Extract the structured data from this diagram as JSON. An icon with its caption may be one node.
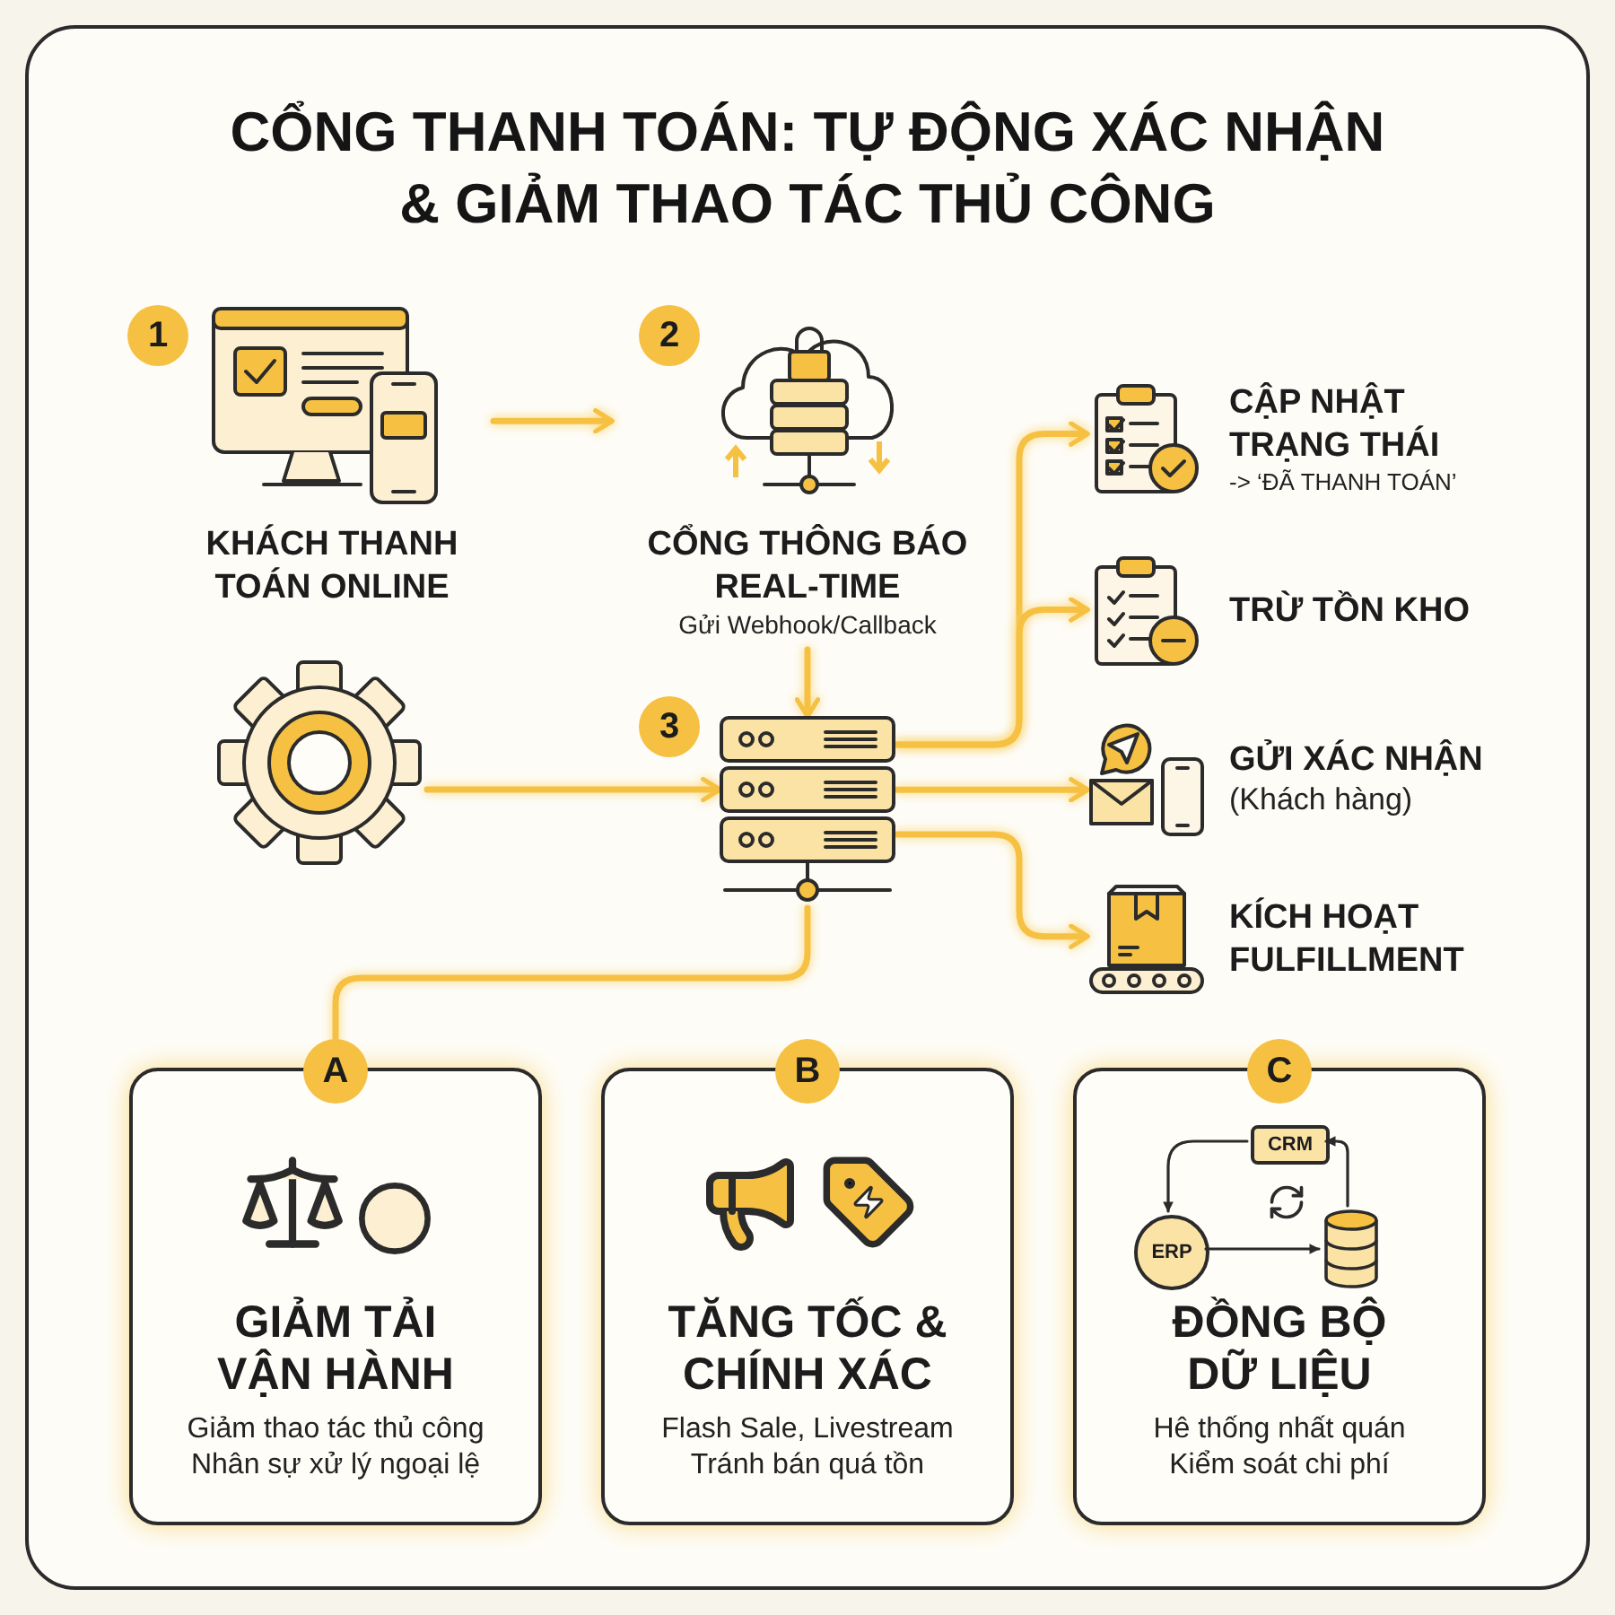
{
  "diagram": {
    "title": "CỔNG THANH TOÁN: TỰ ĐỘNG XÁC NHẬN & GIẢM THAO TÁC THỦ CÔNG",
    "nodes": [
      {
        "text": [
          "KHÁCH THANH TOÁN ONLINE"
        ]
      },
      {
        "text": [
          "CỔNG THÔNG BÁO REAL-TIME",
          "Gửi Webhook/Callback"
        ]
      },
      {
        "text": [],
        "shape": "picture"
      },
      {
        "text": [],
        "shape": "picture"
      },
      {
        "text": [
          "CẬP NHẬT TRẠNG THÁI",
          "-> ‘ĐÃ THANH TOÁN’"
        ]
      },
      {
        "text": [
          "TRỪ TỒN KHO"
        ]
      },
      {
        "text": [
          "GỬI XÁC NHẬN",
          "(Khách hàng)"
        ]
      },
      {
        "text": [
          "KÍCH HOẠT FULFILLMENT"
        ]
      },
      {
        "text": [
          "A",
          "GIẢM TẢI VẬN HÀNH",
          "Giảm thao tác thủ công",
          "Nhân sự xử lý ngoại lệ"
        ]
      },
      {
        "text": [
          "B",
          "TĂNG TỐC & CHÍNH XÁC",
          "Flash Sale, Livestream",
          "Tránh bán quá tồn"
        ]
      },
      {
        "text": [
          "C",
          "ĐỒNG BỘ DỮ LIỆU",
          "Hê thống nhất quán",
          "Kiểm soát chi phí"
        ]
      },
      {
        "text": [
          "CRM"
        ],
        "in": 10
      },
      {
        "text": [
          "ERP"
        ],
        "in": 10
      },
      {
        "text": [],
        "shape": "cylinder",
        "in": 10
      }
    ],
    "edges": [
      {
        "from": 0,
        "to": 1,
        "arrow": "to"
      },
      {
        "from": 1,
        "to": 3,
        "arrow": "to"
      },
      {
        "from": 2,
        "to": 3,
        "arrow": "to"
      },
      {
        "from": 3,
        "to": 4,
        "arrow": "to"
      },
      {
        "from": 3,
        "to": 5,
        "arrow": "to"
      },
      {
        "from": 3,
        "to": 6,
        "arrow": "to"
      },
      {
        "from": 3,
        "to": 7,
        "arrow": "to"
      },
      {
        "from": 3,
        "to": 8,
        "arrow": "none"
      },
      {
        "from": 11,
        "to": 12,
        "arrow": "to",
        "color": "#2b2b2b"
      },
      {
        "from": 12,
        "to": 13,
        "arrow": "to",
        "color": "#2b2b2b"
      },
      {
        "from": 13,
        "to": 11,
        "arrow": "to",
        "color": "#2b2b2b"
      }
    ],
    "labels": [
      "1",
      "2",
      "3"
    ]
  }
}
